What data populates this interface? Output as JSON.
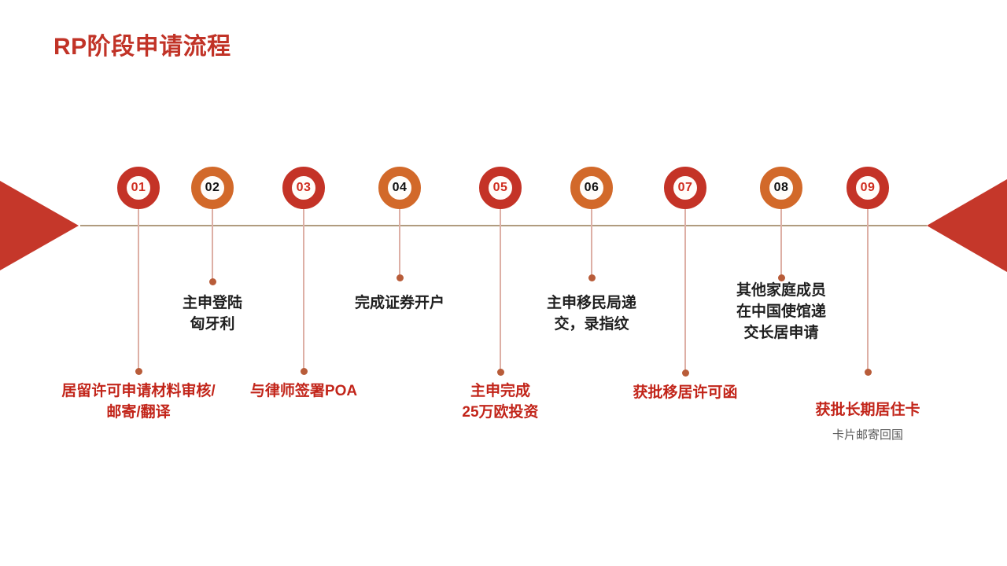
{
  "title": "RP阶段申请流程",
  "theme": {
    "title_red": "#c13327",
    "label_red": "#c2251a",
    "label_black": "#1f1f1f",
    "sublabel_gray": "#595959",
    "ring_red": "#c43327",
    "ring_orange": "#d2692a",
    "num_red": "#cf2b1d",
    "arrow_red": "#c5372a",
    "line_tan": "#b09b7f",
    "vline_pink": "#ddafa5",
    "dot_sienna": "#b85c39"
  },
  "steps": [
    {
      "number": "01",
      "variant": "red",
      "label": "居留许可申请材料审核/\n邮寄/翻译",
      "label_style": "red"
    },
    {
      "number": "02",
      "variant": "orange",
      "label": "主申登陆\n匈牙利",
      "label_style": "black"
    },
    {
      "number": "03",
      "variant": "red",
      "label": "与律师签署POA",
      "label_style": "red"
    },
    {
      "number": "04",
      "variant": "orange",
      "label": "完成证券开户",
      "label_style": "black"
    },
    {
      "number": "05",
      "variant": "red",
      "label": "主申完成\n25万欧投资",
      "label_style": "red"
    },
    {
      "number": "06",
      "variant": "orange",
      "label": "主申移民局递\n交，录指纹",
      "label_style": "black"
    },
    {
      "number": "07",
      "variant": "red",
      "label": "获批移居许可函",
      "label_style": "red"
    },
    {
      "number": "08",
      "variant": "orange",
      "label": "其他家庭成员\n在中国使馆递\n交长居申请",
      "label_style": "black"
    },
    {
      "number": "09",
      "variant": "red",
      "label": "获批长期居住卡",
      "label_style": "red",
      "sublabel": "卡片邮寄回国"
    }
  ]
}
